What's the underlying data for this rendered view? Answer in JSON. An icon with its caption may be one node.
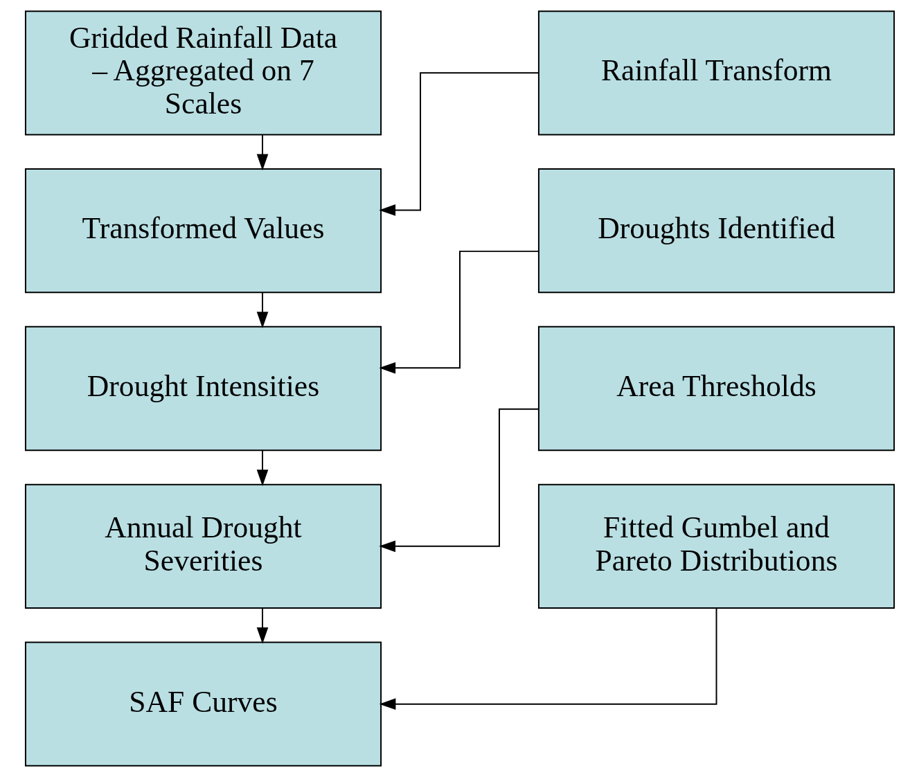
{
  "diagram": {
    "nodes": [
      {
        "text": [
          "Gridded Rainfall Data – Aggregated on 7 Scales"
        ]
      },
      {
        "text": [
          "Transformed Values"
        ]
      },
      {
        "text": [
          "Drought Intensities"
        ]
      },
      {
        "text": [
          "Annual Drought Severities"
        ]
      },
      {
        "text": [
          "SAF Curves"
        ]
      },
      {
        "text": [
          "Rainfall Transform"
        ]
      },
      {
        "text": [
          "Droughts Identified"
        ]
      },
      {
        "text": [
          "Area Thresholds"
        ]
      },
      {
        "text": [
          "Fitted Gumbel and Pareto Distributions"
        ]
      }
    ],
    "edges": [
      {
        "from": 0,
        "to": 1,
        "arrow": "to"
      },
      {
        "from": 5,
        "to": 1,
        "arrow": "to"
      },
      {
        "from": 1,
        "to": 2,
        "arrow": "to"
      },
      {
        "from": 6,
        "to": 2,
        "arrow": "to"
      },
      {
        "from": 2,
        "to": 3,
        "arrow": "to"
      },
      {
        "from": 7,
        "to": 3,
        "arrow": "to"
      },
      {
        "from": 3,
        "to": 4,
        "arrow": "to"
      },
      {
        "from": 8,
        "to": 4,
        "arrow": "to"
      }
    ]
  }
}
